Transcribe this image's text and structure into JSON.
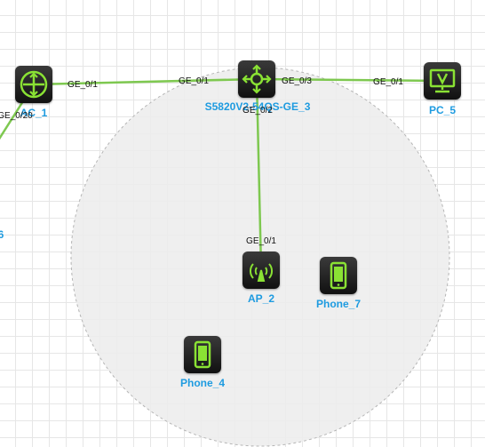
{
  "devices": {
    "ac": {
      "label": "AC_1",
      "icon": "ac-router-icon"
    },
    "sw": {
      "label": "S5820V2-54QS-GE_3",
      "icon": "switch-icon"
    },
    "pc": {
      "label": "PC_5",
      "icon": "pc-monitor-icon"
    },
    "ap": {
      "label": "AP_2",
      "icon": "access-point-icon"
    },
    "phone7": {
      "label": "Phone_7",
      "icon": "phone-icon"
    },
    "phone4": {
      "label": "Phone_4",
      "icon": "phone-icon"
    },
    "offscreen": {
      "label": "6"
    }
  },
  "ports": {
    "ac_sw": "GE_0/1",
    "sw_ac": "GE_0/1",
    "sw_pc": "GE_0/3",
    "pc_sw": "GE_0/1",
    "sw_ap": "GE_0/2",
    "ap_sw": "GE_0/1",
    "ac_left": "GE_0/20"
  },
  "colors": {
    "link": "#7ec850",
    "label": "#1e9be0",
    "icon_green": "#8ae234",
    "coverage_fill": "#ececec",
    "coverage_border": "#b5b5b5"
  }
}
